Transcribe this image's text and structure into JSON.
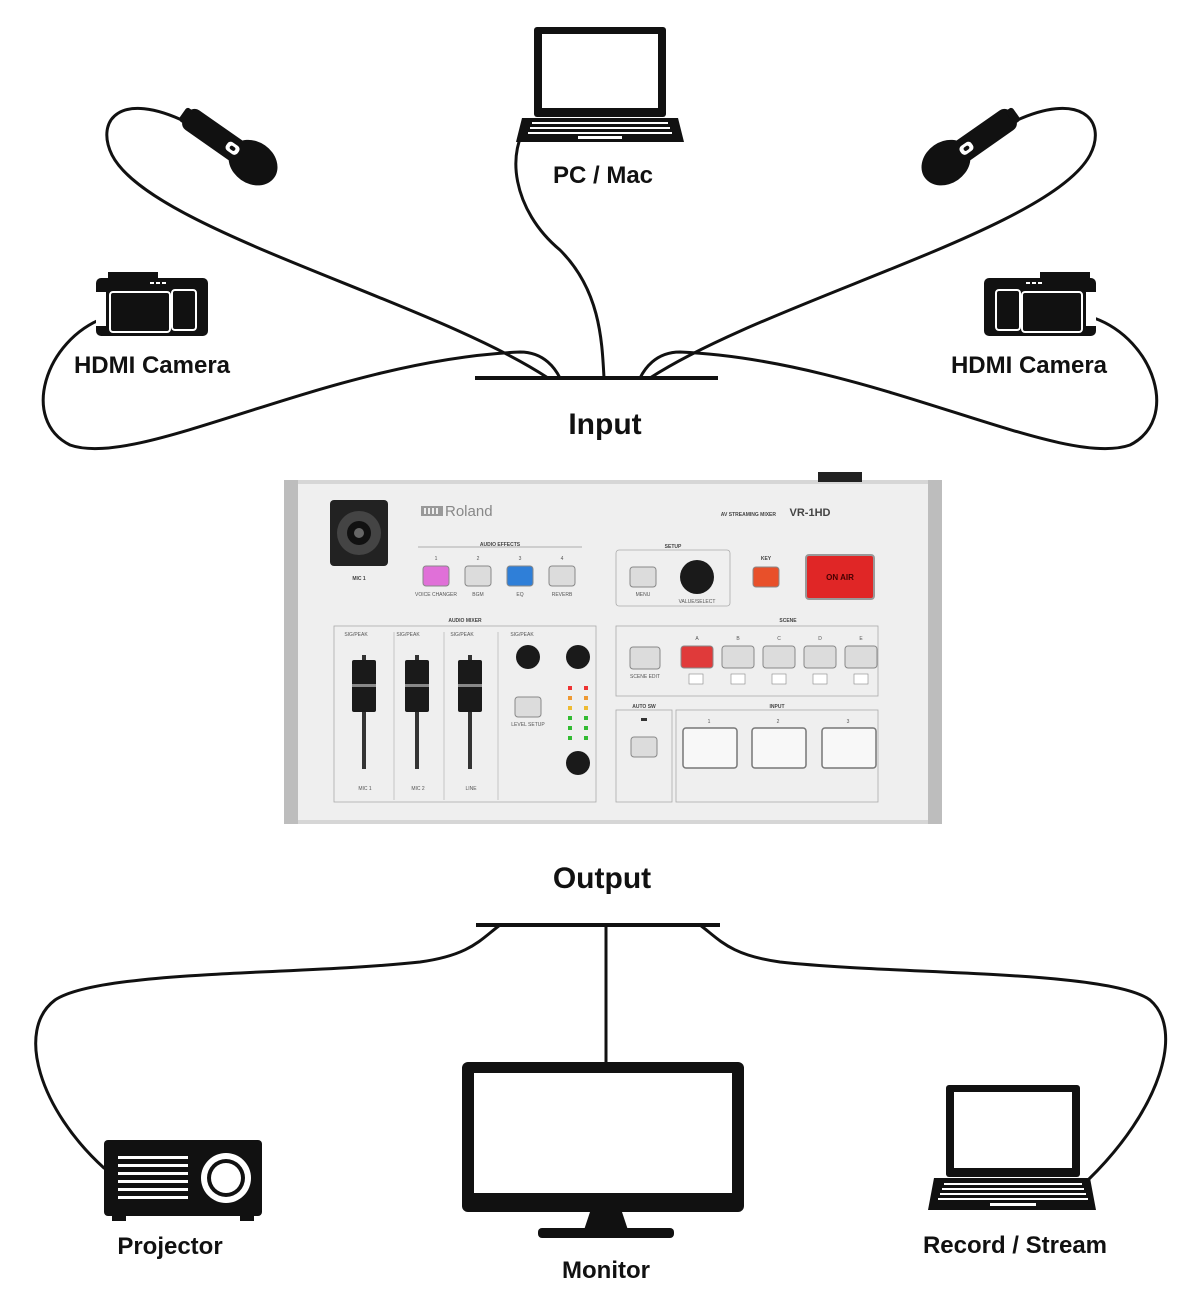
{
  "labels": {
    "pc_mac": "PC / Mac",
    "hdmi_camera_left": "HDMI Camera",
    "hdmi_camera_right": "HDMI Camera",
    "input": "Input",
    "output": "Output",
    "projector": "Projector",
    "monitor": "Monitor",
    "record_stream": "Record / Stream"
  },
  "mixer": {
    "brand": "Roland",
    "model_caption": "AV STREAMING MIXER",
    "model": "VR-1HD",
    "mic1_jack": "MIC 1",
    "audio_effects": {
      "title": "AUDIO EFFECTS",
      "buttons": [
        {
          "num": "1",
          "label": "VOICE CHANGER",
          "color": "#e070d8"
        },
        {
          "num": "2",
          "label": "BGM",
          "color": "#dcdcdc"
        },
        {
          "num": "3",
          "label": "EQ",
          "color": "#2f7fd8"
        },
        {
          "num": "4",
          "label": "REVERB",
          "color": "#dcdcdc"
        }
      ]
    },
    "setup": {
      "title": "SETUP",
      "menu": "MENU",
      "knob": "VALUE/SELECT"
    },
    "key": "KEY",
    "on_air": "ON AIR",
    "audio_mixer": {
      "title": "AUDIO MIXER",
      "channels": [
        "MIC 1",
        "MIC 2",
        "LINE"
      ],
      "sig_peak": "SIG/PEAK",
      "level_setup": "LEVEL SETUP"
    },
    "scene": {
      "title": "SCENE",
      "scene_edit": "SCENE EDIT",
      "buttons": [
        "A",
        "B",
        "C",
        "D",
        "E"
      ],
      "active_color": "#e03a3a"
    },
    "auto_sw": "AUTO SW",
    "input": {
      "title": "INPUT",
      "buttons": [
        "1",
        "2",
        "3"
      ]
    }
  },
  "colors": {
    "cable": "#111111",
    "device": "#111111",
    "panel": "#ededed",
    "on_air_red": "#e02626",
    "key_orange": "#e8502a"
  }
}
